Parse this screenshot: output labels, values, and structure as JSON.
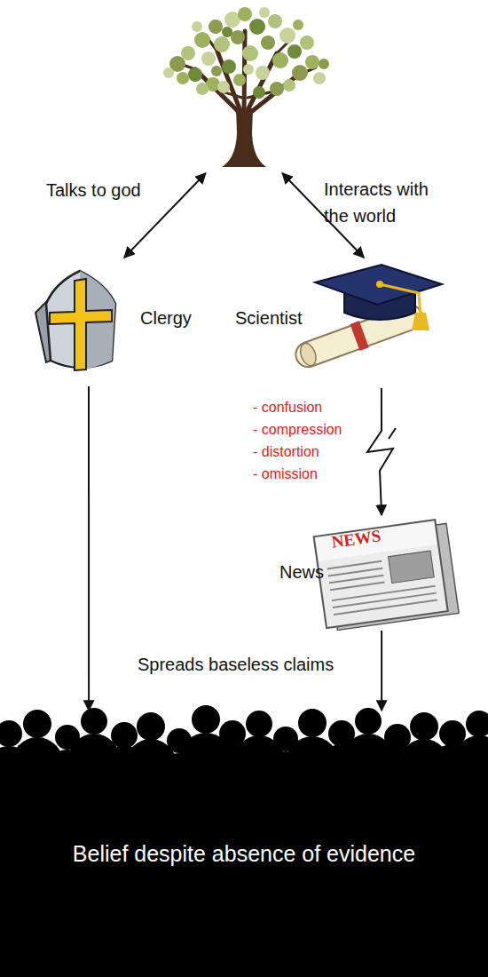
{
  "diagram": {
    "nodes": [
      {
        "text": []
      },
      {
        "text": [
          "Clergy"
        ]
      },
      {
        "text": [
          "Scientist"
        ]
      },
      {
        "text": [
          "News"
        ]
      },
      {
        "text": [
          "Belief despite absence of evidence"
        ]
      }
    ],
    "edges": [
      {
        "from": 0,
        "to": 1,
        "label": "Talks to god",
        "arrow": "both"
      },
      {
        "from": 0,
        "to": 2,
        "label": "Interacts with the world",
        "arrow": "both"
      },
      {
        "from": 2,
        "to": 3,
        "arrow": "to"
      },
      {
        "from": 1,
        "to": 4,
        "arrow": "to"
      },
      {
        "from": 3,
        "to": 4,
        "label": "Spreads baseless claims",
        "arrow": "to"
      }
    ],
    "labels": [
      "- confusion",
      "- compression",
      "- distortion",
      "- omission",
      "NEWS"
    ]
  }
}
